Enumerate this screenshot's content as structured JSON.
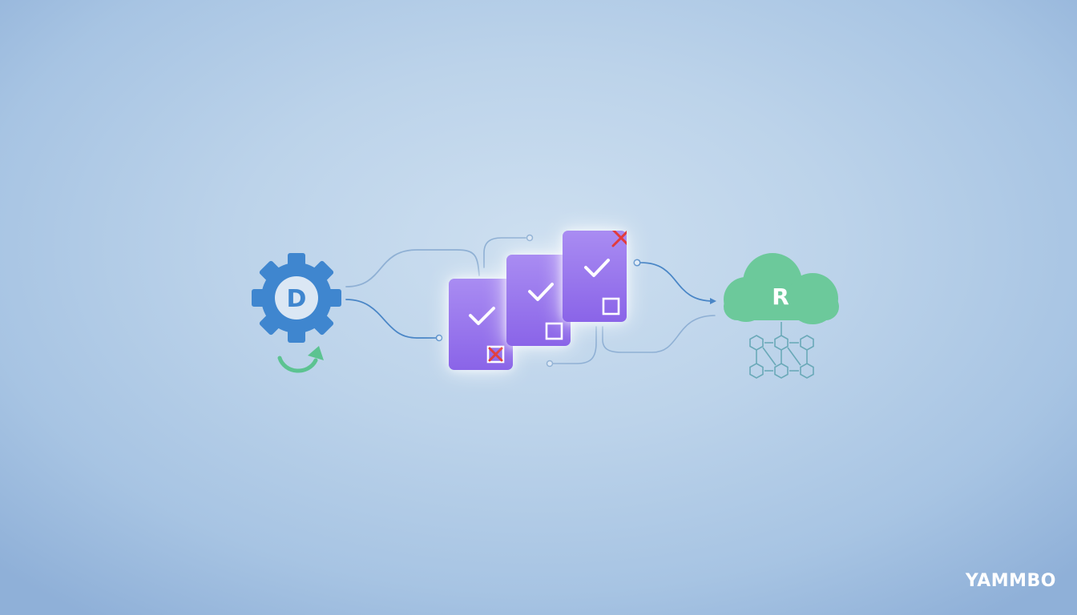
{
  "gear": {
    "letter": "D",
    "icon": "gear-icon",
    "color": "#3f86cf"
  },
  "refresh": {
    "icon": "refresh-arrow-icon",
    "color": "#5cc391"
  },
  "cards": [
    {
      "icon": "checklist-card-icon"
    },
    {
      "icon": "checklist-card-icon"
    },
    {
      "icon": "checklist-card-icon"
    }
  ],
  "cloud": {
    "letter": "R",
    "icon": "cloud-icon",
    "color": "#6cc99b"
  },
  "network": {
    "icon": "hexagon-network-icon",
    "color": "#6aa9b8"
  },
  "brand": {
    "label": "YAMMBO"
  },
  "colors": {
    "card": "#9673ee",
    "reject": "#e23b3b",
    "connector": "#4a86c6"
  }
}
